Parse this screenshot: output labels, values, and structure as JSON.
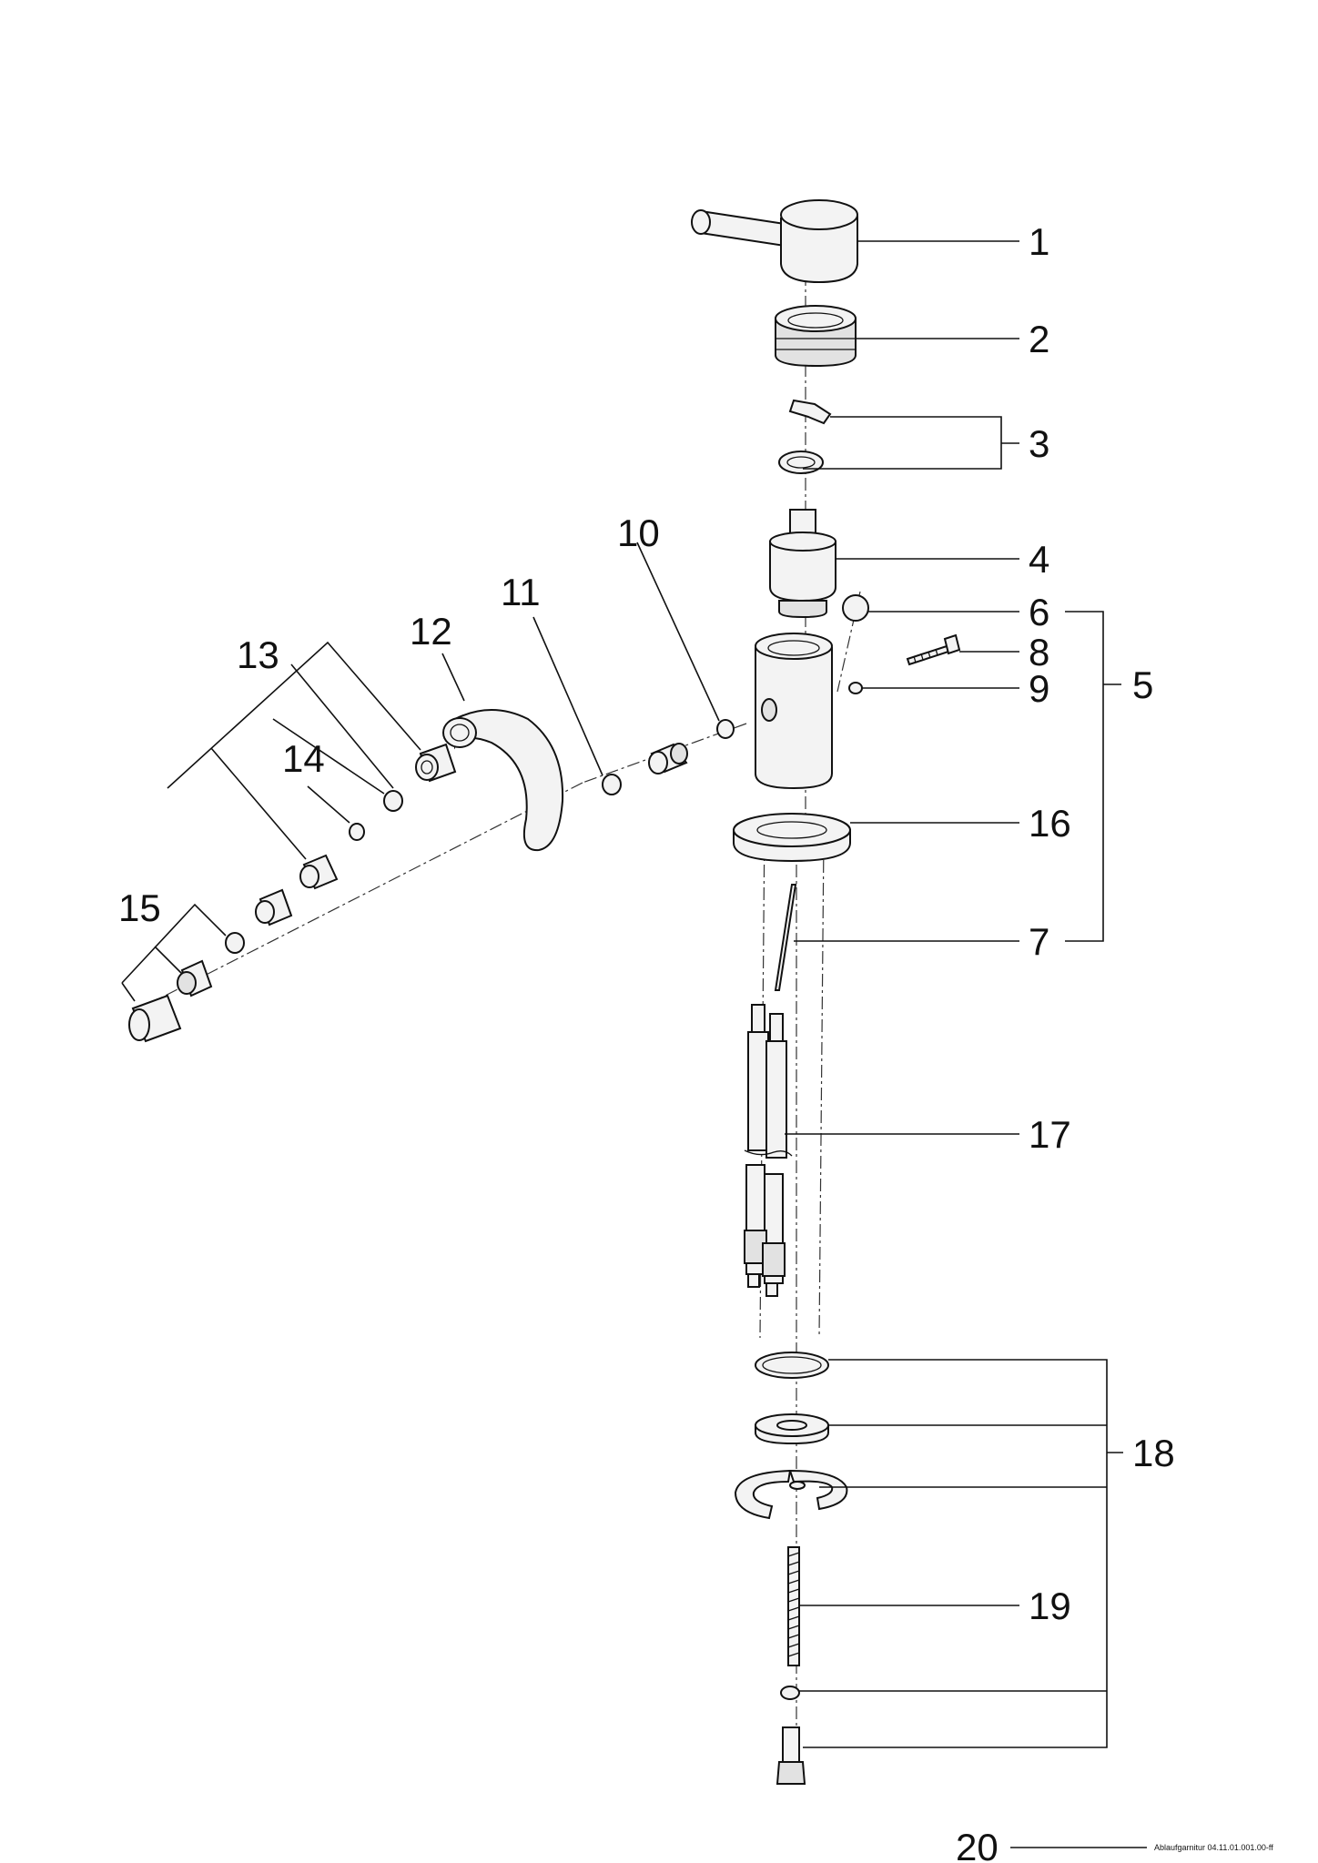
{
  "callouts": [
    "1",
    "2",
    "3",
    "4",
    "5",
    "6",
    "7",
    "8",
    "9",
    "10",
    "11",
    "12",
    "13",
    "14",
    "15",
    "16",
    "17",
    "18",
    "19"
  ],
  "footer": {
    "page_number": "20",
    "reference": "Ablaufgarnitur 04.11.01.001.00-ff"
  }
}
